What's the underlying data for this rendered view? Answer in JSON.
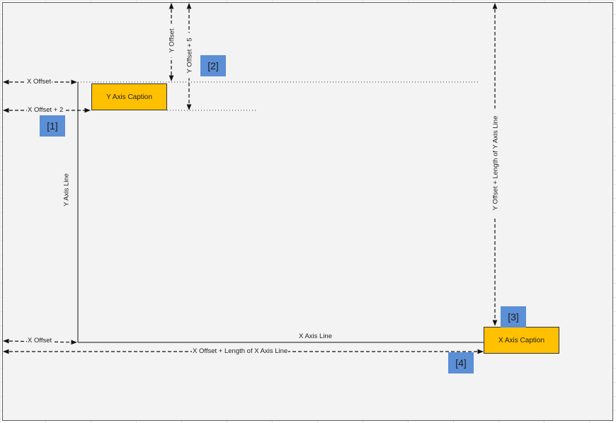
{
  "diagram": {
    "boxes": {
      "y_axis_caption": "Y Axis Caption",
      "x_axis_caption": "X Axis Caption"
    },
    "tags": {
      "tag_1": "[1]",
      "tag_2": "[2]",
      "tag_3": "[3]",
      "tag_4": "[4]"
    },
    "labels": {
      "x_offset_top": "X Offset",
      "x_offset_plus_2": "X Offset + 2",
      "y_offset": "Y  Offset",
      "y_offset_plus_5": "Y Offset + 5",
      "y_axis_line": "Y Axis Line",
      "y_offset_plus_length": "Y Offset + Length of Y Axis Line",
      "x_offset_bottom": "X Offset",
      "x_axis_line": "X Axis Line",
      "x_offset_plus_length": "X Offset + Length of X Axis Line"
    },
    "colors": {
      "caption_fill": "#ffc000",
      "tag_fill": "#5b8fd6",
      "canvas_fill": "#f3f3f3"
    }
  }
}
